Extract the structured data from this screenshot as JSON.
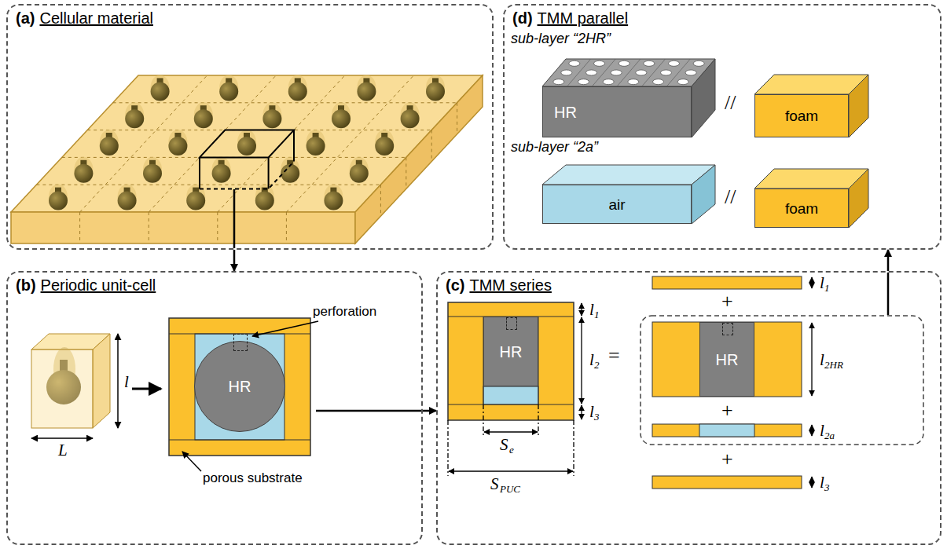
{
  "diagram": {
    "nodes": [
      {
        "text": [
          "(a)",
          "Cellular material"
        ]
      },
      {
        "text": [
          "(b)",
          "Periodic unit-cell"
        ]
      },
      {
        "text": [
          "(c)",
          "TMM series"
        ]
      },
      {
        "text": [
          "(d)",
          "TMM parallel"
        ]
      },
      {
        "text": [
          "HR"
        ],
        "in": 1
      },
      {
        "text": [
          "HR"
        ],
        "in": 2
      },
      {
        "text": [
          "HR"
        ],
        "in": 2
      },
      {
        "text": [
          "HR"
        ],
        "in": 3
      },
      {
        "text": [
          "foam"
        ],
        "in": 3
      },
      {
        "text": [
          "air"
        ],
        "in": 3
      },
      {
        "text": [
          "foam"
        ],
        "in": 3
      }
    ],
    "edges": [
      {
        "from": 0,
        "to": 1,
        "arrow": "to"
      },
      {
        "from": 1,
        "to": 2,
        "arrow": "to"
      },
      {
        "from": 2,
        "to": 3,
        "arrow": "to"
      }
    ],
    "labels": [
      "perforation",
      "porous substrate",
      "L",
      "l",
      "l",
      "1",
      "l",
      "2",
      "l",
      "3",
      "S",
      "e",
      "S",
      "PUC",
      "=",
      "+",
      "+",
      "+",
      "l",
      "1",
      "l",
      "2HR",
      "l",
      "2a",
      "l",
      "3",
      "sub-layer “2HR”",
      "//",
      "sub-layer “2a”",
      "//"
    ]
  }
}
